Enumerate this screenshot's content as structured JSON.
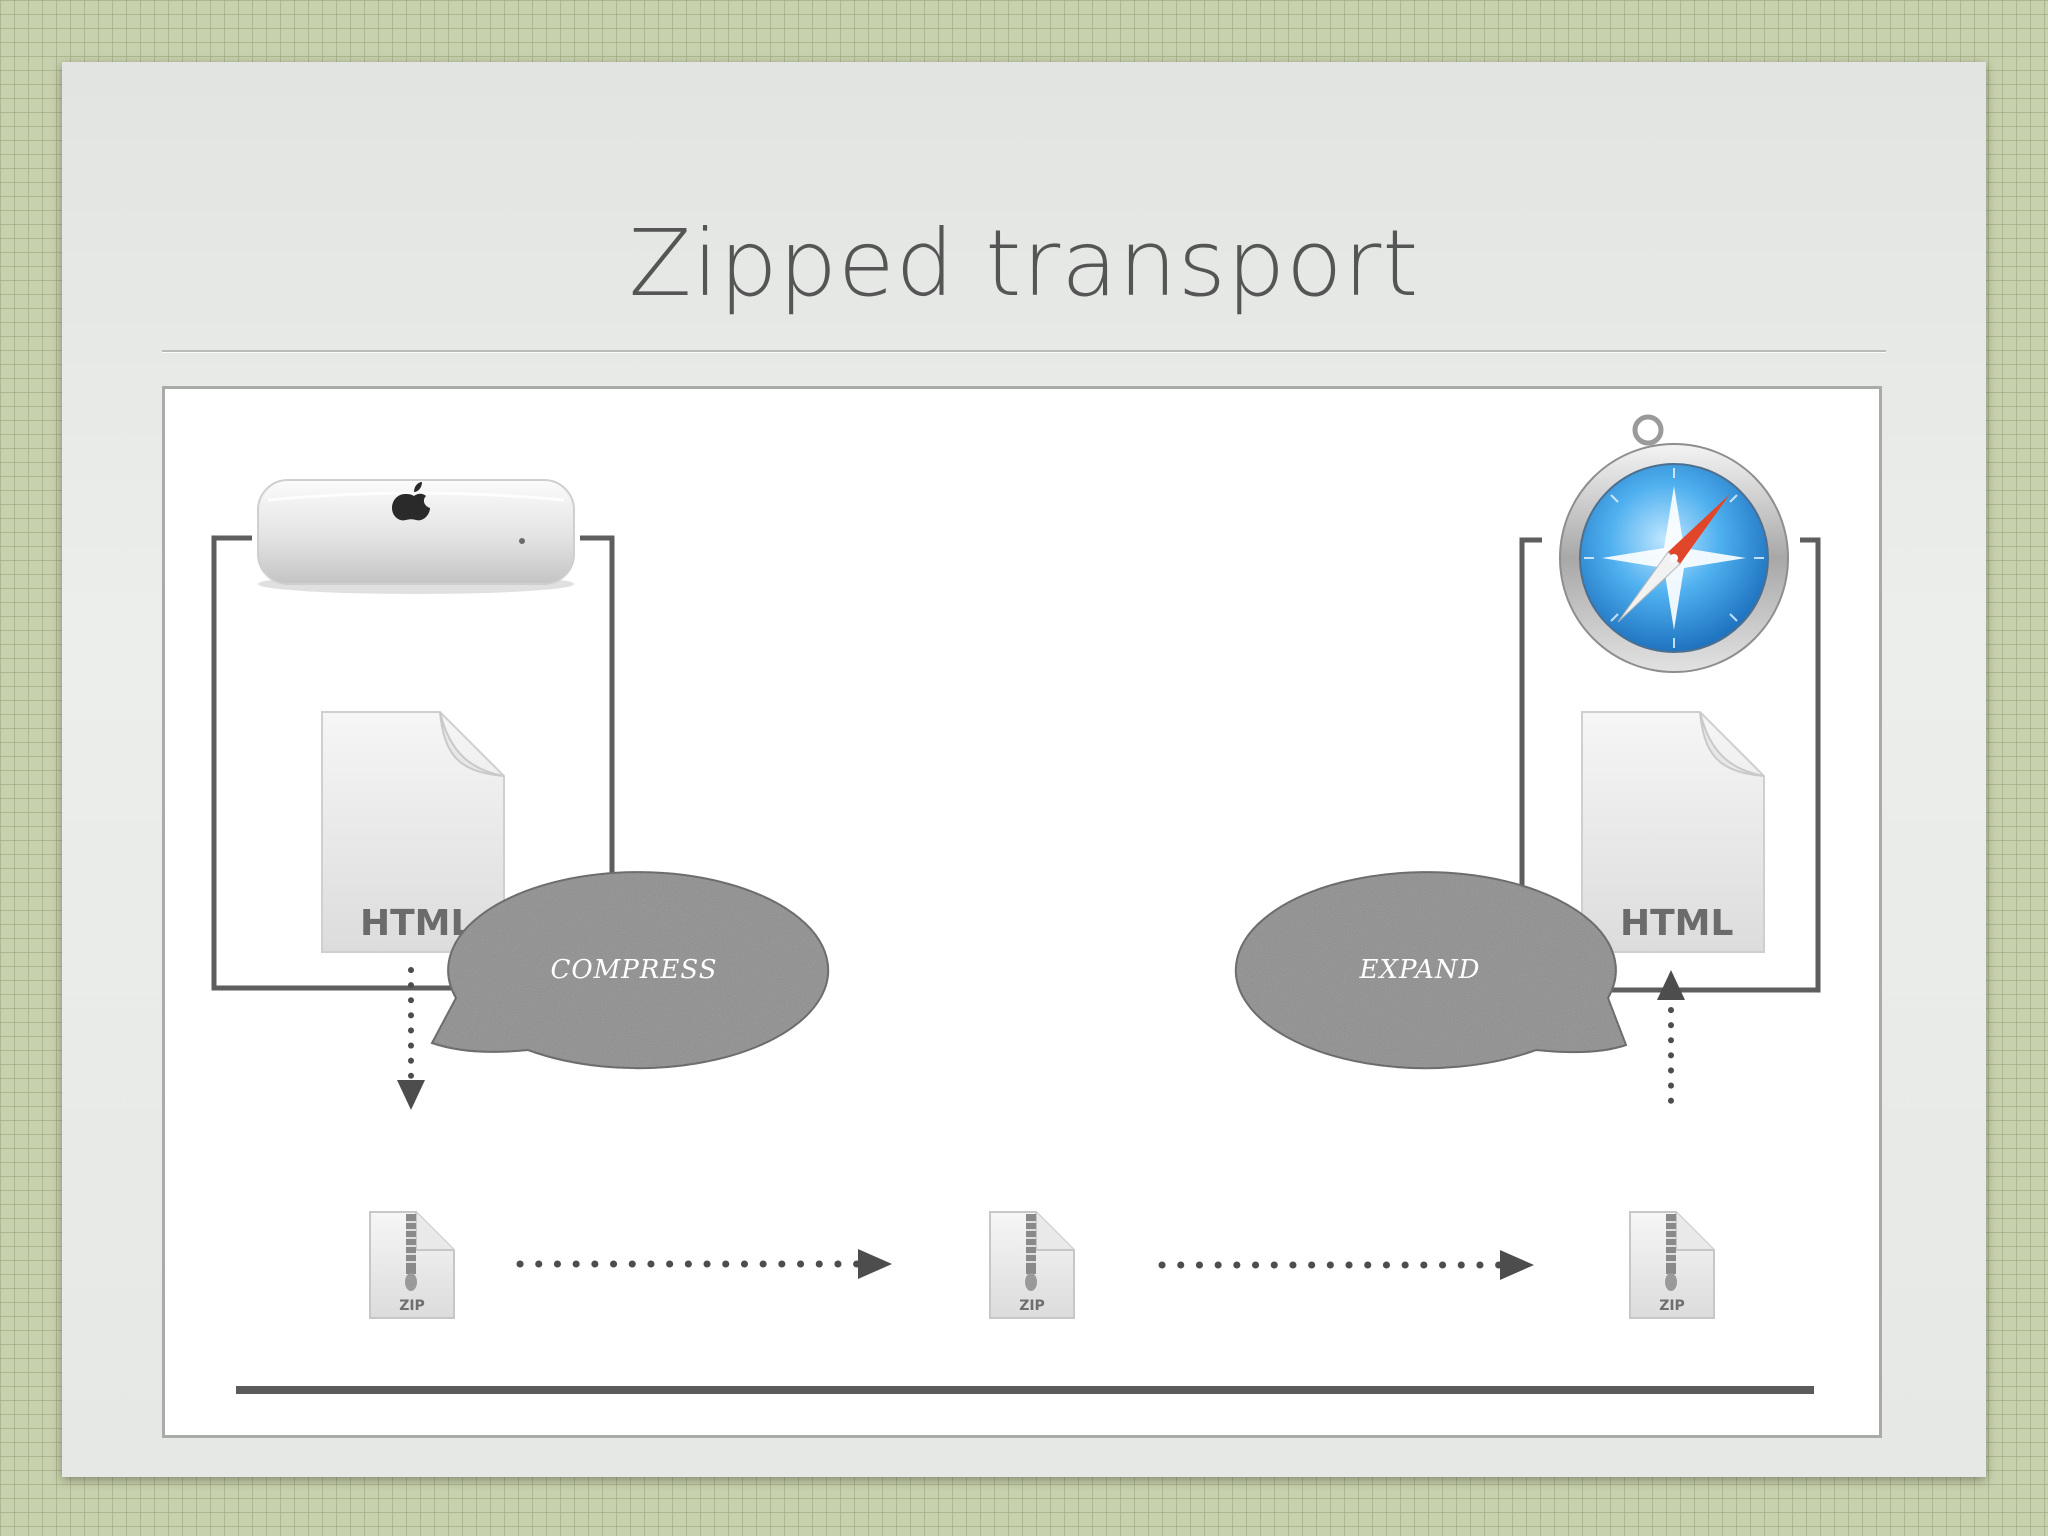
{
  "slide": {
    "title": "Zipped transport"
  },
  "diagram": {
    "source_label": "HTML",
    "dest_label": "HTML",
    "compress_label": "COMPRESS",
    "expand_label": "EXPAND",
    "zip_labels": [
      "ZIP",
      "ZIP",
      "ZIP"
    ],
    "icons": [
      "mac-mini-icon",
      "safari-compass-icon",
      "html-document-icon",
      "zip-file-icon"
    ],
    "colors": {
      "background": "#c8d1ad",
      "bubble": "#8f8f8f",
      "lines": "#5e5e5e",
      "compass_blue": "#2f8fdc"
    }
  }
}
